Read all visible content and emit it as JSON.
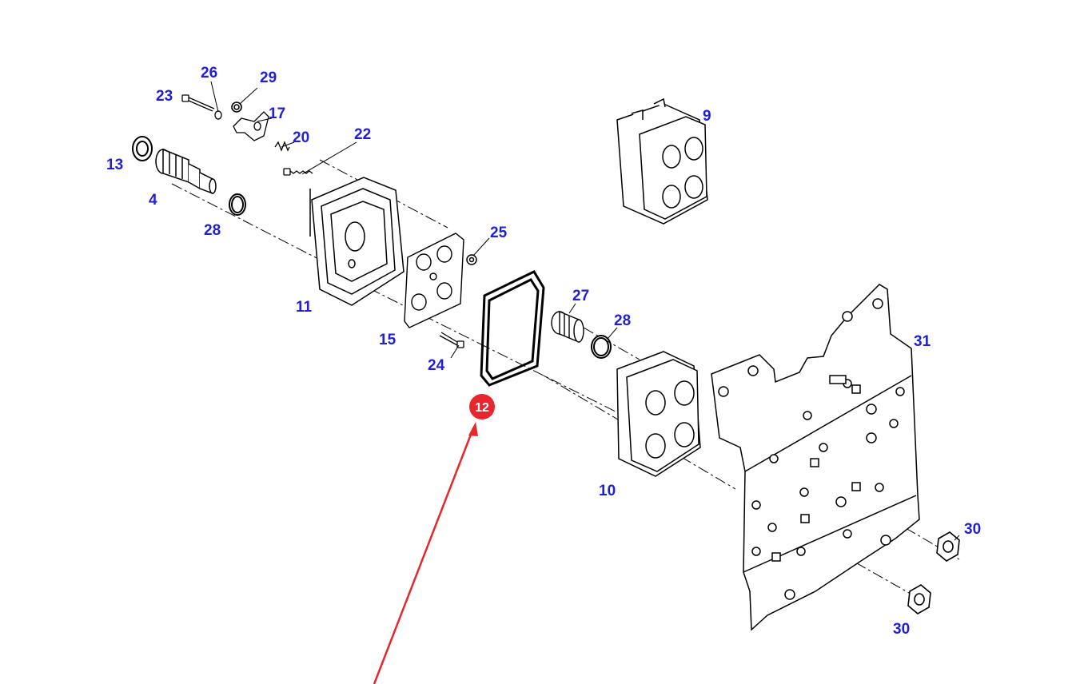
{
  "colors": {
    "label": "#1f1fd6",
    "line": "#000000",
    "highlight": "#e8262b",
    "callout_text": "#ffffff"
  },
  "highlight": {
    "part": "12"
  },
  "labels": {
    "p23": "23",
    "p26": "26",
    "p29": "29",
    "p17": "17",
    "p20": "20",
    "p22": "22",
    "p13": "13",
    "p4": "4",
    "p28a": "28",
    "p11": "11",
    "p25": "25",
    "p15": "15",
    "p24": "24",
    "p27": "27",
    "p28b": "28",
    "p9": "9",
    "p31": "31",
    "p10": "10",
    "p30a": "30",
    "p30b": "30"
  }
}
